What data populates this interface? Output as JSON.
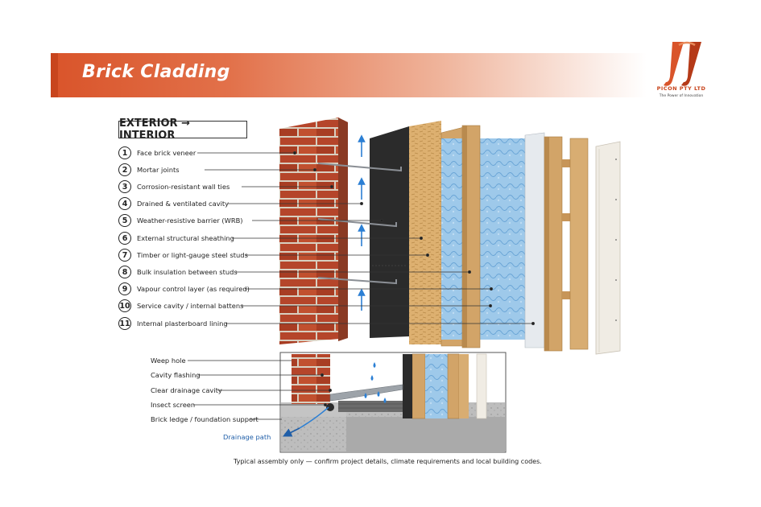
{
  "header": {
    "title": "Brick Cladding"
  },
  "logo": {
    "name": "PICON PTY LTD",
    "tagline": "The Power of Innovation"
  },
  "diagram": {
    "direction_label": "EXTERIOR → INTERIOR",
    "layers": [
      {
        "num": "1",
        "label": "Face brick veneer"
      },
      {
        "num": "2",
        "label": "Mortar joints"
      },
      {
        "num": "3",
        "label": "Corrosion-resistant wall ties"
      },
      {
        "num": "4",
        "label": "Drained & ventilated cavity"
      },
      {
        "num": "5",
        "label": "Weather-resistive barrier (WRB)"
      },
      {
        "num": "6",
        "label": "External structural sheathing"
      },
      {
        "num": "7",
        "label": "Timber or light-gauge steel studs"
      },
      {
        "num": "8",
        "label": "Bulk insulation between studs"
      },
      {
        "num": "9",
        "label": "Vapour control layer (as required)"
      },
      {
        "num": "10",
        "label": "Service cavity / internal battens"
      },
      {
        "num": "11",
        "label": "Internal plasterboard lining"
      }
    ],
    "detail_labels": [
      "Weep hole",
      "Cavity flashing",
      "Clear drainage cavity",
      "Insect screen",
      "Brick ledge / foundation support"
    ],
    "drainage_label": "Drainage path",
    "footnote": "Typical assembly only — confirm project details, climate requirements and local building codes.",
    "colors": {
      "brick": "#b5452a",
      "mortar": "#d8cfc0",
      "wrb": "#2b2b2b",
      "osb": "#d9a867",
      "stud": "#d2a468",
      "insulation": "#8fc0e6",
      "plasterboard": "#f0ece4",
      "accent": "#d9542a",
      "water": "#2b7fd4"
    }
  }
}
